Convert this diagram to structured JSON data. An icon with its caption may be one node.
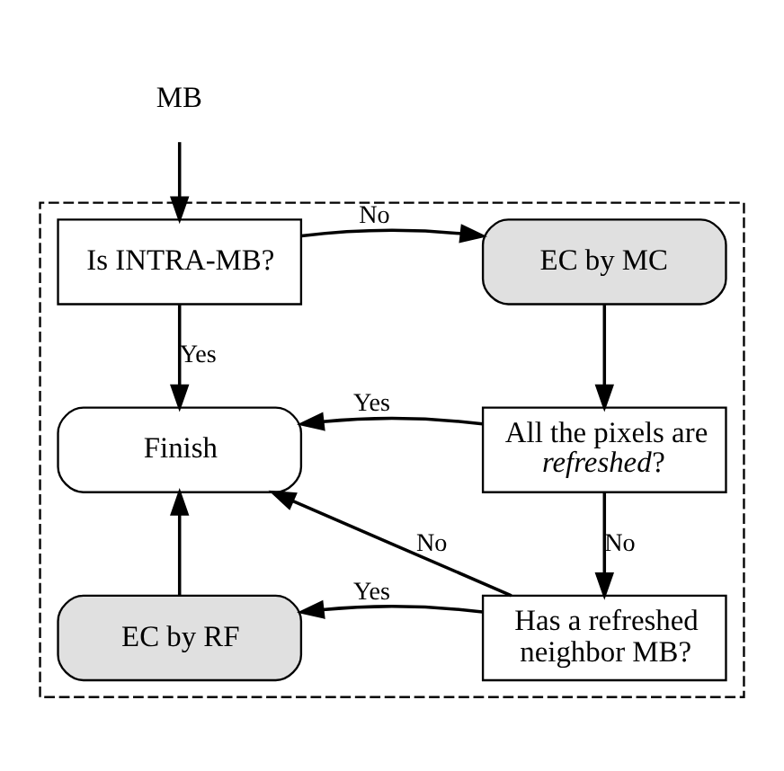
{
  "diagram": {
    "nodes": [
      {
        "text": [],
        "shape": "box"
      },
      {
        "text": [
          "MB"
        ]
      },
      {
        "text": [
          "Is INTRA-MB?"
        ],
        "in": 0
      },
      {
        "text": [
          "EC by MC"
        ],
        "in": 0
      },
      {
        "text": [
          "Finish"
        ],
        "in": 0
      },
      {
        "text": [
          "All the pixels are *refreshed*?"
        ],
        "in": 0
      },
      {
        "text": [
          "EC by RF"
        ],
        "in": 0
      },
      {
        "text": [
          "Has a refreshed neighbor MB?"
        ],
        "in": 0
      }
    ],
    "edges": [
      {
        "from": 1,
        "to": 2,
        "arrow": "to"
      },
      {
        "from": 2,
        "to": 3,
        "arrow": "to",
        "label": "No"
      },
      {
        "from": 2,
        "to": 4,
        "arrow": "to",
        "label": "Yes"
      },
      {
        "from": 3,
        "to": 5,
        "arrow": "to"
      },
      {
        "from": 5,
        "to": 4,
        "arrow": "to",
        "label": "Yes"
      },
      {
        "from": 5,
        "to": 7,
        "arrow": "to",
        "label": "No"
      },
      {
        "from": 7,
        "to": 4,
        "arrow": "to",
        "label": "No"
      },
      {
        "from": 7,
        "to": 6,
        "arrow": "to",
        "label": "Yes"
      },
      {
        "from": 6,
        "to": 4,
        "arrow": "to"
      }
    ]
  }
}
